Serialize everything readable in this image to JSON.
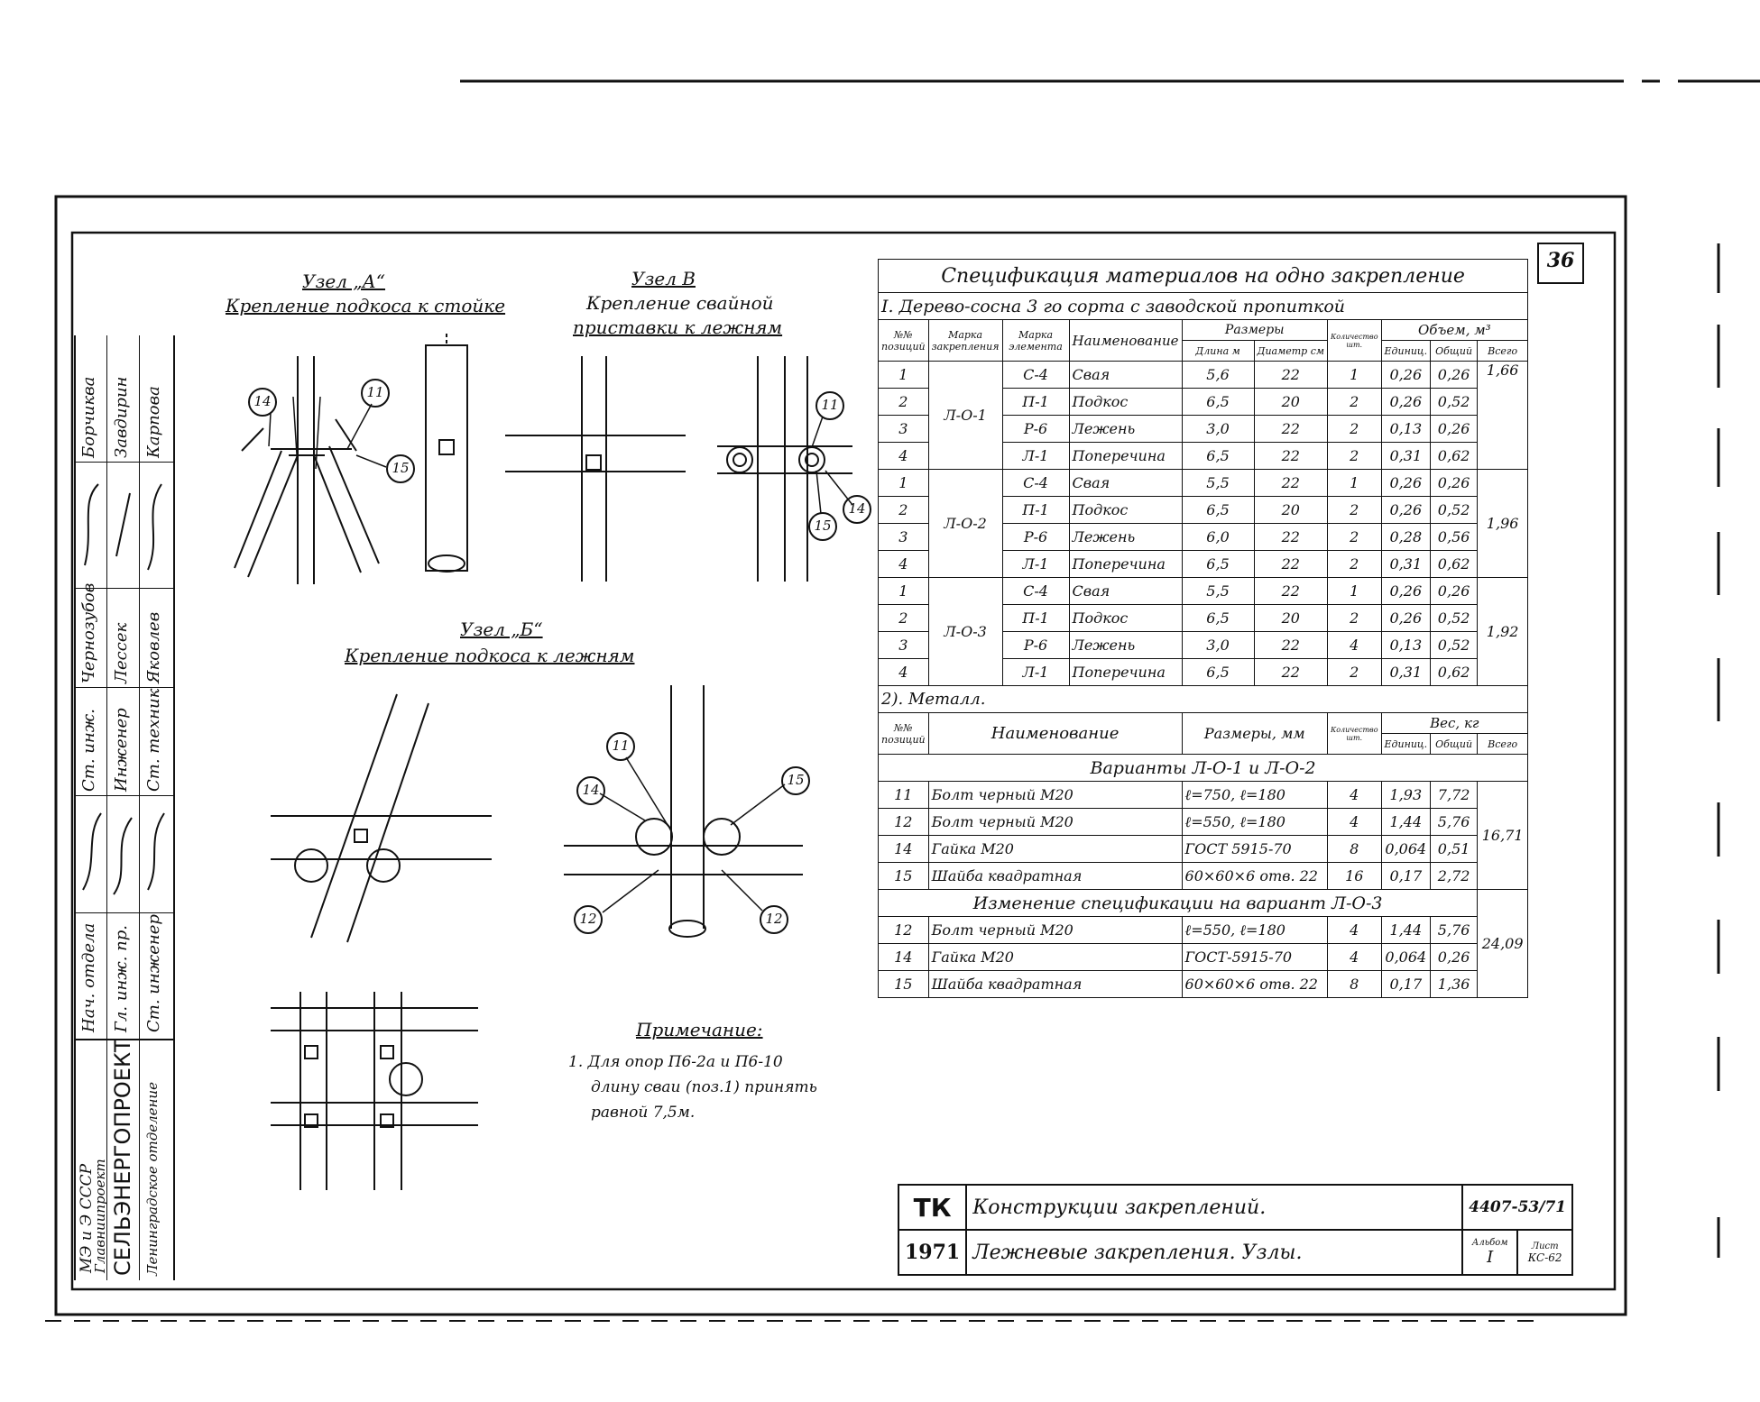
{
  "sheet_number": "36",
  "node_a": {
    "title": "Узел „А“",
    "caption": "Крепление подкоса к стойке"
  },
  "node_v": {
    "title": "Узел В",
    "caption_1": "Крепление свайной",
    "caption_2": "приставки к лежням"
  },
  "node_b": {
    "title": "Узел „Б“",
    "caption": "Крепление подкоса к лежням"
  },
  "callouts": {
    "a": [
      "14",
      "11",
      "15"
    ],
    "v": [
      "11",
      "15",
      "14"
    ],
    "b": [
      "11",
      "14",
      "15",
      "12",
      "12"
    ]
  },
  "note": {
    "title": "Примечание:",
    "line1": "1. Для опор П6-2а и П6-10",
    "line2": "длину сваи (поз.1) принять",
    "line3": "равной 7,5м."
  },
  "stamp": {
    "org_1": "МЭ и Э СССР",
    "org_2": "Главниипроект",
    "org_3": "СЕЛЬЭНЕРГОПРОЕКТ",
    "org_4": "Ленинградское отделение",
    "roles": [
      "Нач. отдела",
      "Гл. инж. пр.",
      "Ст. инженер",
      "Ст. инж.",
      "Инженер",
      "Ст. техник"
    ],
    "names": [
      "Чернозубов",
      "Лессек",
      "Яковлев",
      "Борчиква",
      "Завдирин",
      "Карпова"
    ]
  },
  "spec": {
    "title": "Спецификация материалов на одно закрепление",
    "section_wood": "I. Дерево-сосна 3 го сорта с заводской пропиткой",
    "headers": {
      "num": "№№ позиций",
      "mark_fix": "Марка закрепления",
      "mark_el": "Марка элемента",
      "name": "Наименование",
      "sizes": "Размеры",
      "length": "Длина м",
      "diameter": "Диаметр см",
      "qty": "Количество шт.",
      "volume": "Объем, м³",
      "unit": "Единиц.",
      "total": "Общий",
      "all": "Всего"
    },
    "groups": [
      {
        "mark": "Л-О-1",
        "total": "1,66",
        "rows": [
          [
            "1",
            "С-4",
            "Свая",
            "5,6",
            "22",
            "1",
            "0,26",
            "0,26"
          ],
          [
            "2",
            "П-1",
            "Подкос",
            "6,5",
            "20",
            "2",
            "0,26",
            "0,52"
          ],
          [
            "3",
            "Р-6",
            "Лежень",
            "3,0",
            "22",
            "2",
            "0,13",
            "0,26"
          ],
          [
            "4",
            "Л-1",
            "Поперечина",
            "6,5",
            "22",
            "2",
            "0,31",
            "0,62"
          ]
        ]
      },
      {
        "mark": "Л-О-2",
        "total": "1,96",
        "rows": [
          [
            "1",
            "С-4",
            "Свая",
            "5,5",
            "22",
            "1",
            "0,26",
            "0,26"
          ],
          [
            "2",
            "П-1",
            "Подкос",
            "6,5",
            "20",
            "2",
            "0,26",
            "0,52"
          ],
          [
            "3",
            "Р-6",
            "Лежень",
            "6,0",
            "22",
            "2",
            "0,28",
            "0,56"
          ],
          [
            "4",
            "Л-1",
            "Поперечина",
            "6,5",
            "22",
            "2",
            "0,31",
            "0,62"
          ]
        ]
      },
      {
        "mark": "Л-О-3",
        "total": "1,92",
        "rows": [
          [
            "1",
            "С-4",
            "Свая",
            "5,5",
            "22",
            "1",
            "0,26",
            "0,26"
          ],
          [
            "2",
            "П-1",
            "Подкос",
            "6,5",
            "20",
            "2",
            "0,26",
            "0,52"
          ],
          [
            "3",
            "Р-6",
            "Лежень",
            "3,0",
            "22",
            "4",
            "0,13",
            "0,52"
          ],
          [
            "4",
            "Л-1",
            "Поперечина",
            "6,5",
            "22",
            "2",
            "0,31",
            "0,62"
          ]
        ]
      }
    ],
    "section_metal": "2). Металл.",
    "metal_headers": {
      "num": "№№ позиций",
      "name": "Наименование",
      "sizes": "Размеры, мм",
      "qty": "Количество шт.",
      "weight": "Вес, кг",
      "unit": "Единиц.",
      "total": "Общий",
      "all": "Всего"
    },
    "metal_var1_title": "Варианты Л-О-1 и Л-О-2",
    "metal_var1_total": "16,71",
    "metal_var1": [
      [
        "11",
        "Болт черный М20",
        "ℓ=750, ℓ=180",
        "4",
        "1,93",
        "7,72"
      ],
      [
        "12",
        "Болт черный М20",
        "ℓ=550, ℓ=180",
        "4",
        "1,44",
        "5,76"
      ],
      [
        "14",
        "Гайка М20",
        "ГОСТ 5915-70",
        "8",
        "0,064",
        "0,51"
      ],
      [
        "15",
        "Шайба квадратная",
        "60×60×6 отв. 22",
        "16",
        "0,17",
        "2,72"
      ]
    ],
    "metal_var2_title": "Изменение спецификации на вариант Л-О-3",
    "metal_var2_total": "24,09",
    "metal_var2": [
      [
        "12",
        "Болт черный М20",
        "ℓ=550, ℓ=180",
        "4",
        "1,44",
        "5,76"
      ],
      [
        "14",
        "Гайка М20",
        "ГОСТ-5915-70",
        "4",
        "0,064",
        "0,26"
      ],
      [
        "15",
        "Шайба квадратная",
        "60×60×6 отв. 22",
        "8",
        "0,17",
        "1,36"
      ]
    ]
  },
  "title_block": {
    "code_tk": "ТК",
    "year": "1971",
    "line1": "Конструкции закреплений.",
    "line2": "Лежневые закрепления. Узлы.",
    "doc_number": "4407-53/71",
    "album_label": "Альбом",
    "album": "I",
    "sheet_label": "Лист",
    "sheet": "КС-62"
  }
}
